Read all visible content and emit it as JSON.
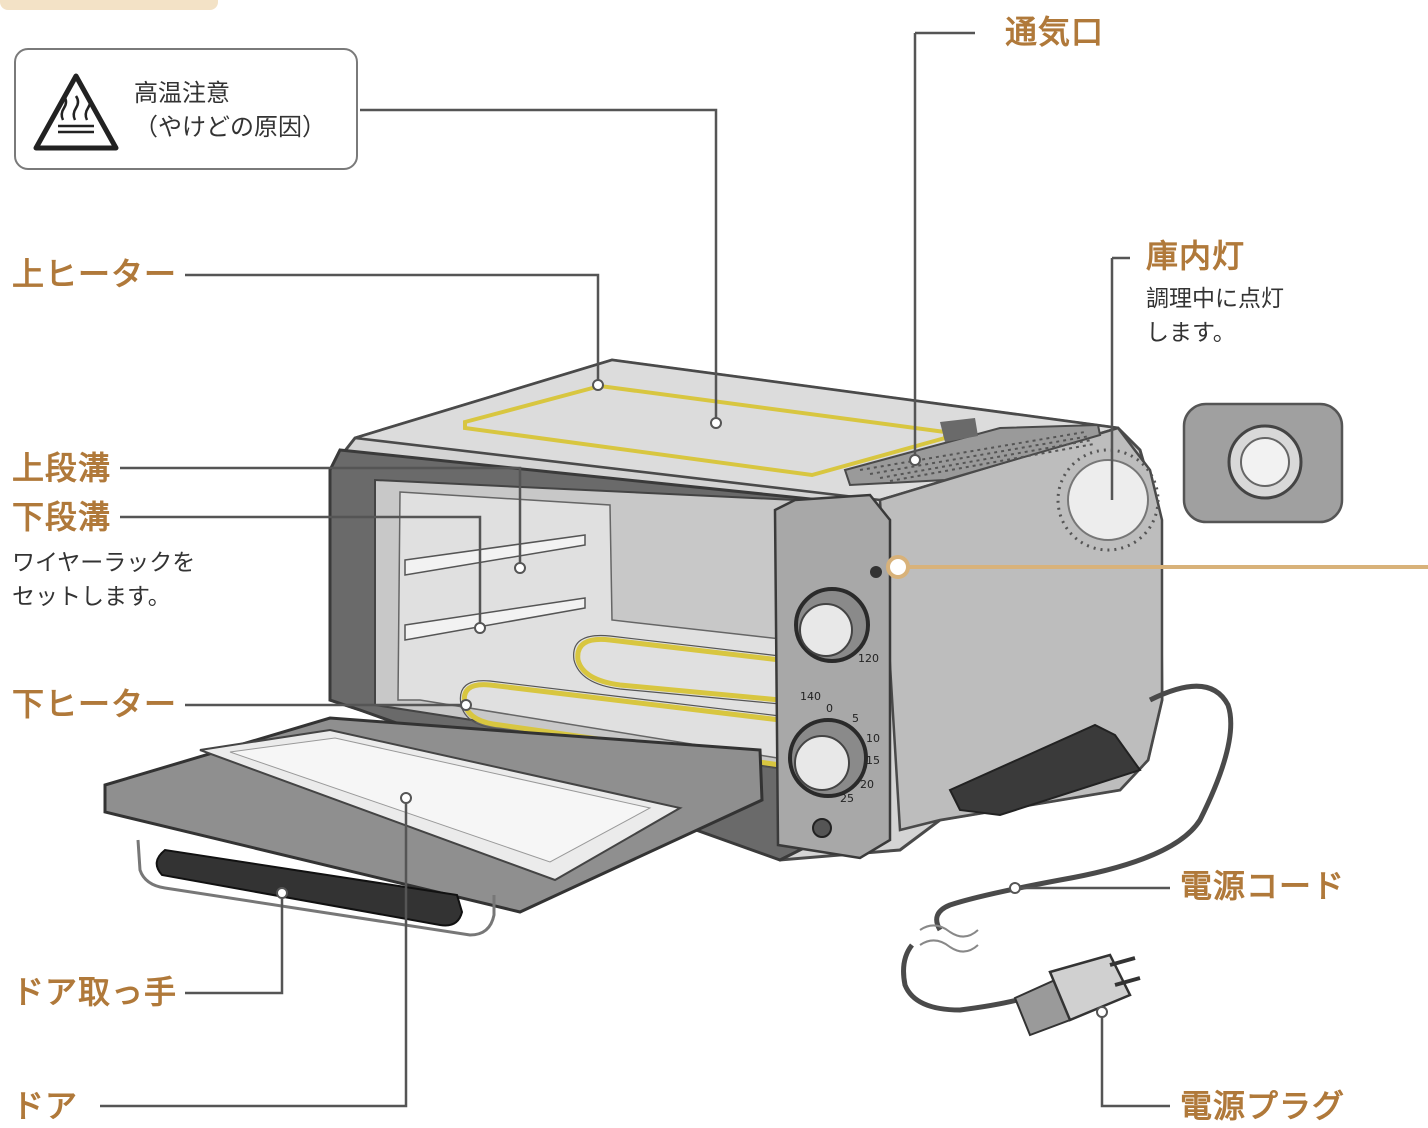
{
  "colors": {
    "label": "#b0793a",
    "leader": "#555555",
    "heater": "#d8c640",
    "body_light": "#cccccc",
    "body_dark": "#5a5a5a",
    "accent_line": "#d8b27a"
  },
  "warning": {
    "icon": "hot-surface-warning-icon",
    "line1": "高温注意",
    "line2": "（やけどの原因）"
  },
  "labels": {
    "vent": "通気口",
    "interior_light": "庫内灯",
    "interior_light_note1": "調理中に点灯",
    "interior_light_note2": "します。",
    "top_heater": "上ヒーター",
    "upper_groove": "上段溝",
    "lower_groove": "下段溝",
    "groove_note1": "ワイヤーラックを",
    "groove_note2": "セットします。",
    "bottom_heater": "下ヒーター",
    "power_cord": "電源コード",
    "door_handle": "ドア取っ手",
    "door": "ドア",
    "power_plug": "電源プラグ"
  },
  "dials": {
    "temperature_marks": [
      "140",
      "120"
    ],
    "timer_marks": [
      "0",
      "5",
      "10",
      "15",
      "20",
      "25"
    ]
  }
}
